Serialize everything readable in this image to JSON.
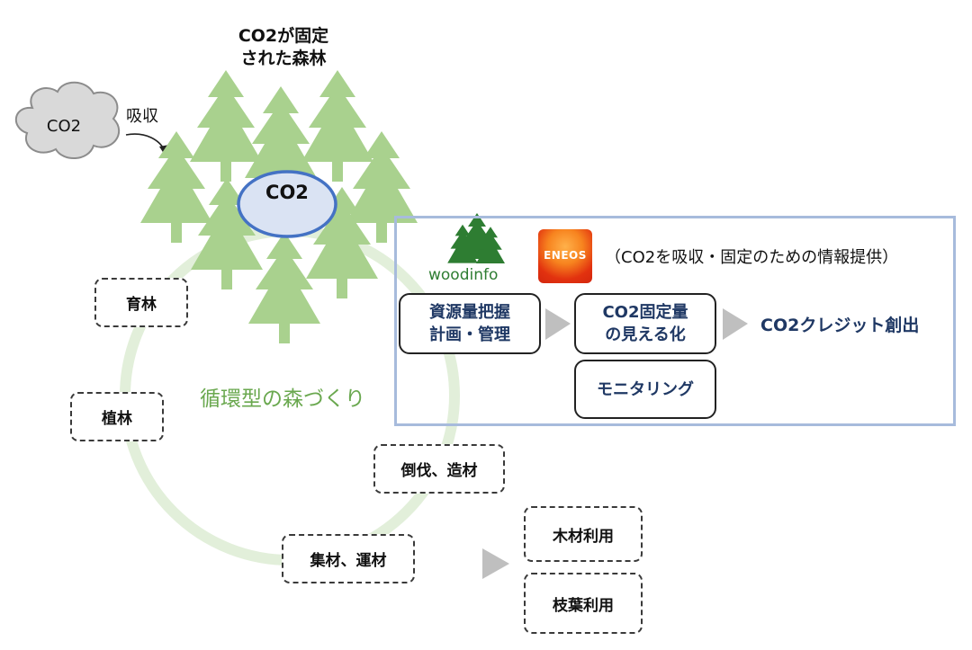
{
  "forest": {
    "title_lines": [
      "CO2が固定",
      "された森林"
    ],
    "center_label": "CO2"
  },
  "cloud": {
    "label": "CO2"
  },
  "absorb_label": "吸収",
  "cycle": {
    "label": "循環型の森づくり",
    "steps": {
      "ikurin": "育林",
      "shokurin": "植林",
      "bassai": "倒伐、造材",
      "shuzai": "集材、運材"
    }
  },
  "uses": {
    "timber": "木材利用",
    "branches": "枝葉利用"
  },
  "info_panel": {
    "woodinfo_label": "woodinfo",
    "eneos_label": "ENEOS",
    "note": "（CO2を吸収・固定のための情報提供）",
    "box_resource": [
      "資源量把握",
      "計画・管理"
    ],
    "box_visualize": [
      "CO2固定量",
      "の見える化"
    ],
    "box_monitoring": "モニタリング",
    "credit": "CO2クレジット創出"
  },
  "colors": {
    "tree": "#a9d18e",
    "cycle_ring": "#e2efda",
    "co2_ellipse_stroke": "#4472c4",
    "co2_ellipse_fill": "#dae3f3",
    "panel_border": "#a7bbdc",
    "flow_text": "#1f3864",
    "arrow_gray": "#bfbfbf"
  }
}
